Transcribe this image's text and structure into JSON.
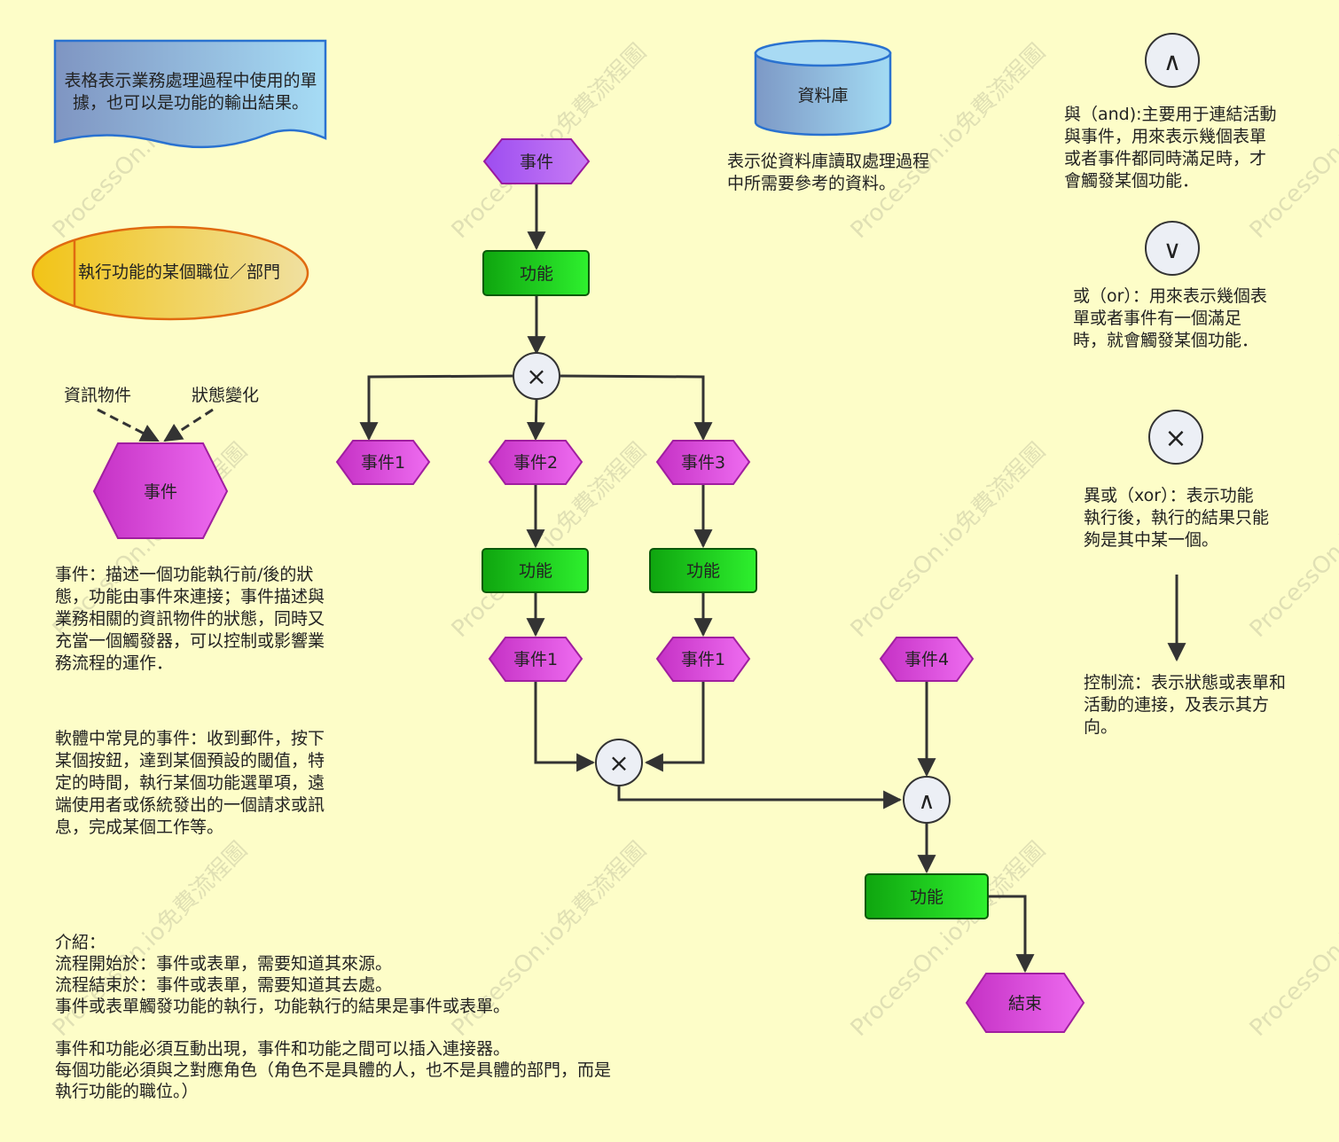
{
  "legend": {
    "document_text": "表格表示業務處理過程中使用的單據，也可以是功能的輸出結果。",
    "role_text": "執行功能的某個職位／部門",
    "info_object": "資訊物件",
    "state_change": "狀態變化",
    "event_shape_label": "事件",
    "event_desc": "事件：描述一個功能執行前/後的狀態，功能由事件來連接；事件描述與業務相關的資訊物件的狀態，同時又充當一個觸發器，可以控制或影響業務流程的運作．",
    "software_events": "軟體中常見的事件：收到郵件，按下某個按鈕，達到某個預設的閾值，特定的時間，執行某個功能選單項，遠端使用者或係統發出的一個請求或訊息，完成某個工作等。",
    "intro_lines": [
      "介紹：",
      "流程開始於：事件或表單，需要知道其來源。",
      "流程結束於：事件或表單，需要知道其去處。",
      "事件或表單觸發功能的執行，功能執行的結果是事件或表單。",
      "",
      "事件和功能必須互動出現，事件和功能之間可以插入連接器。",
      "每個功能必須與之對應角色（角色不是具體的人，也不是具體的部門，而是",
      "執行功能的職位。）"
    ],
    "database_label": "資料庫",
    "database_desc": "表示從資料庫讀取處理過程中所需要參考的資料。",
    "and_desc": "與（and):主要用于連結活動與事件，用來表示幾個表單或者事件都同時滿足時，才會觸發某個功能．",
    "or_desc": "或（or）：用來表示幾個表單或者事件有一個滿足時，就會觸發某個功能．",
    "xor_desc": "異或（xor）：表示功能執行後，執行的結果只能夠是其中某一個。",
    "flow_desc": "控制流：表示狀態或表單和活動的連接，及表示其方向。"
  },
  "flow": {
    "start_event": "事件",
    "function_1": "功能",
    "event_1": "事件1",
    "event_2": "事件2",
    "event_3": "事件3",
    "function_2": "功能",
    "function_3": "功能",
    "event_2_result": "事件1",
    "event_3_result": "事件1",
    "event_4": "事件4",
    "function_4": "功能",
    "end_event": "結束"
  },
  "symbols": {
    "and": "∧",
    "or": "∨",
    "xor": "×"
  },
  "watermark": "ProcessOn.io免費流程圖",
  "colors": {
    "event": "#d946d9",
    "event_start": "#b060f0",
    "function": "#22c022",
    "connector": "#eceff5",
    "background": "#fdfdc8"
  }
}
